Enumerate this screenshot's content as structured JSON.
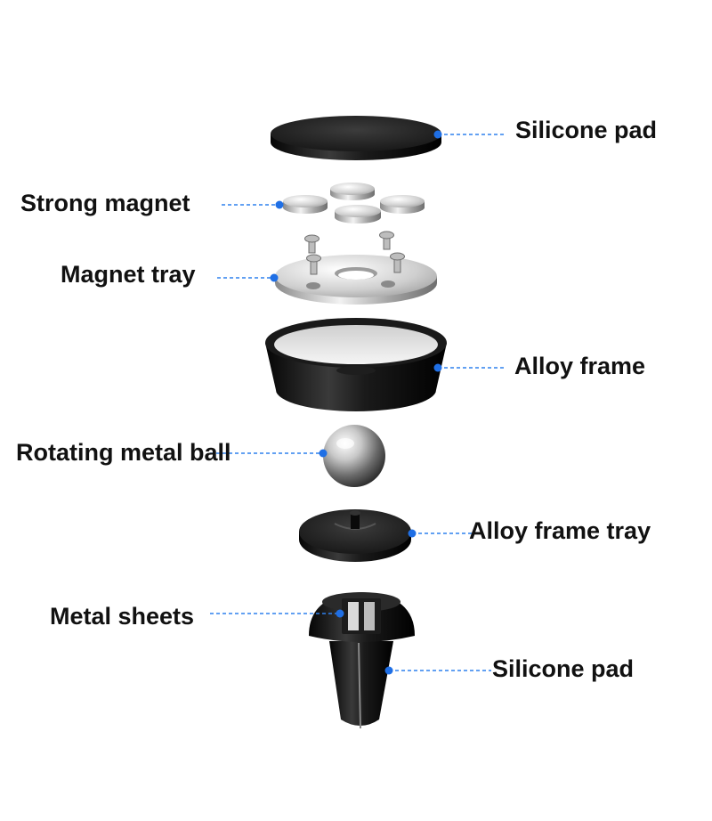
{
  "colors": {
    "leader": "#2f80ed",
    "dot": "#1f6fe5",
    "label_text": "#111111",
    "black_part": "#111111",
    "silver_part": "#c9c9c9"
  },
  "labels": {
    "silicone_pad_top": "Silicone pad",
    "strong_magnet": "Strong magnet",
    "magnet_tray": "Magnet tray",
    "alloy_frame": "Alloy frame",
    "rotating_metal_ball": "Rotating metal ball",
    "alloy_frame_tray": "Alloy frame tray",
    "metal_sheets": "Metal sheets",
    "silicone_pad_bottom": "Silicone pad"
  }
}
